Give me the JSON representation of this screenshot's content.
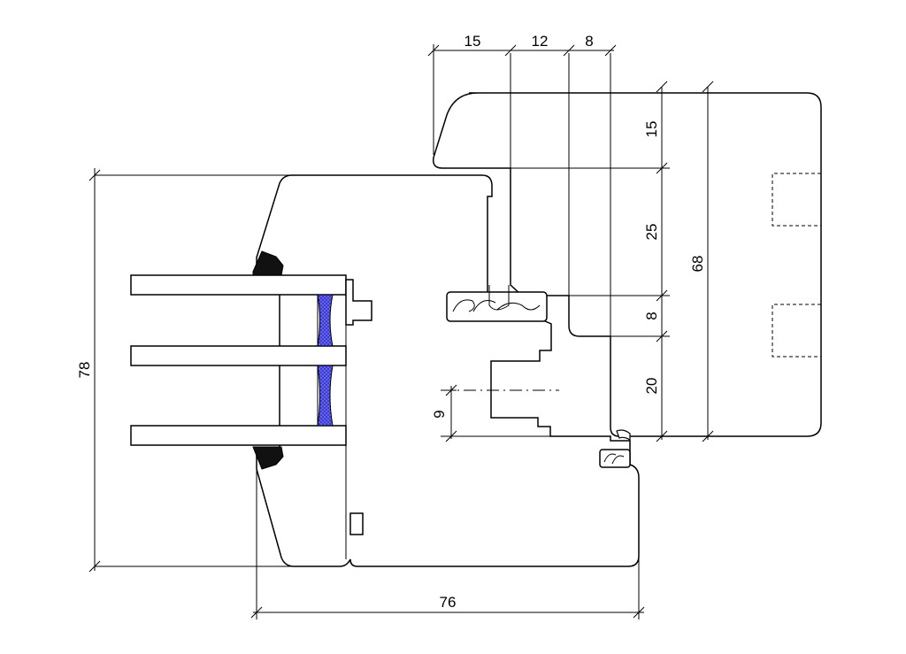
{
  "drawing": {
    "top_dimensions": [
      "15",
      "12",
      "8"
    ],
    "right_dimensions": [
      "15",
      "25",
      "8",
      "20"
    ],
    "overall_height_right": "68",
    "overall_height_left": "78",
    "overall_width_bottom": "76",
    "rebate_dimension": "9"
  },
  "colors": {
    "line": "#000000",
    "glazing_bead_seal": "#2f2fd0",
    "gasket": "#000000",
    "background": "#ffffff"
  }
}
